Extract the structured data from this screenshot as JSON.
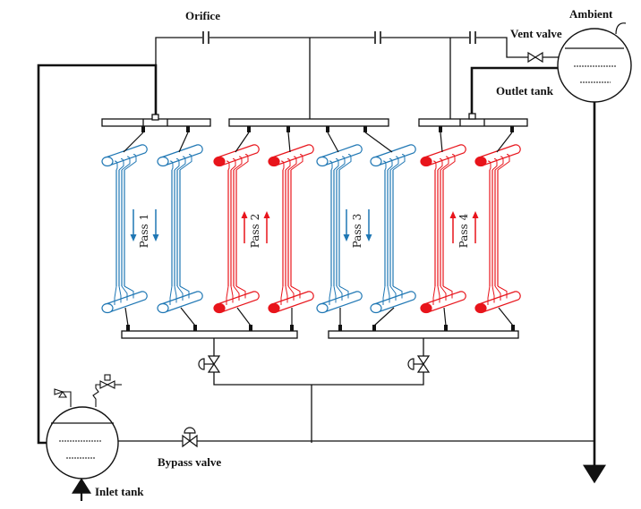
{
  "labels": {
    "orifice": "Orifice",
    "ambient": "Ambient",
    "vent_valve": "Vent valve",
    "outlet_tank": "Outlet tank",
    "bypass_valve": "Bypass valve",
    "inlet_tank": "Inlet tank"
  },
  "passes": [
    {
      "label": "Pass  1",
      "flow": "down",
      "color": "#1f77b4"
    },
    {
      "label": "Pass  2",
      "flow": "up",
      "color": "#e8141b"
    },
    {
      "label": "Pass  3",
      "flow": "down",
      "color": "#1f77b4"
    },
    {
      "label": "Pass  4",
      "flow": "up",
      "color": "#e8141b"
    }
  ],
  "colors": {
    "cold": "#1f77b4",
    "hot": "#e8141b",
    "line": "#111111"
  }
}
